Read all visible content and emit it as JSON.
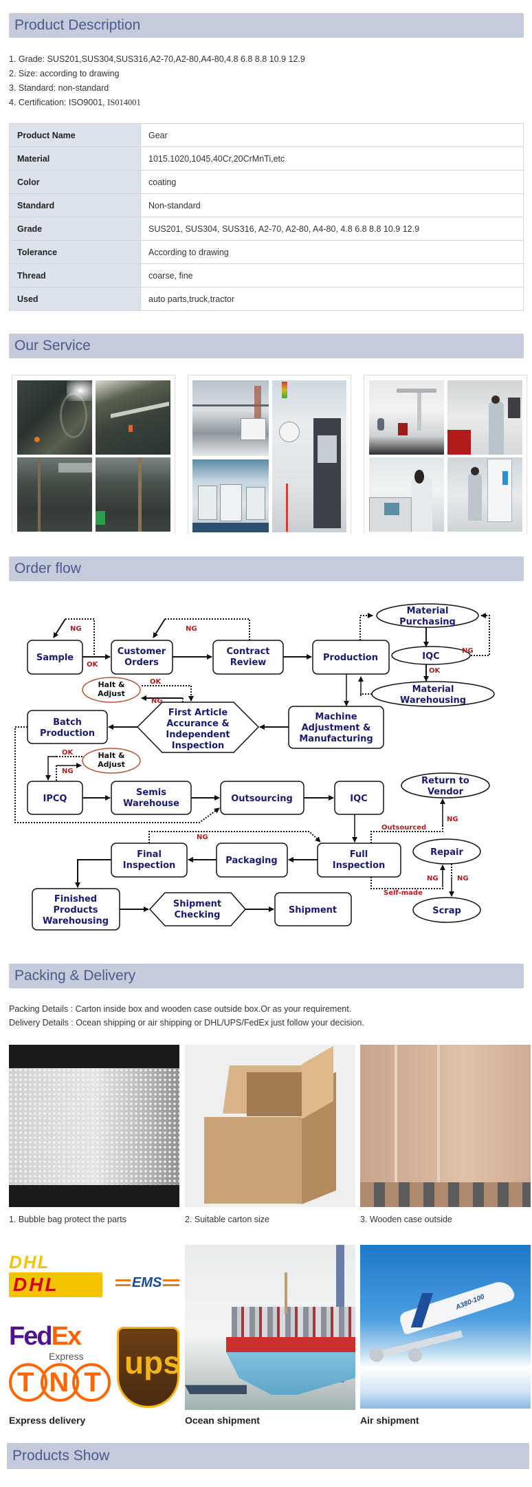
{
  "sections": {
    "product_description": "Product Description",
    "our_service": "Our Service",
    "order_flow": "Order flow",
    "packing_delivery": "Packing & Delivery",
    "products_show": "Products Show"
  },
  "description_list": [
    "1. Grade: SUS201,SUS304,SUS316,A2-70,A2-80,A4-80,4.8 6.8 8.8 10.9 12.9",
    "2. Size: according to drawing",
    "3. Standard: non-standard",
    "4. Certification: ISO9001, "
  ],
  "description_cert_extra": "IS014001",
  "spec_table": [
    {
      "key": "Product Name",
      "value": "Gear"
    },
    {
      "key": "Material",
      "value": "1015.1020,1045,40Cr,20CrMnTi,etc"
    },
    {
      "key": "Color",
      "value": "coating"
    },
    {
      "key": "Standard",
      "value": "Non-standard"
    },
    {
      "key": "Grade",
      "value": "SUS201, SUS304, SUS316, A2-70, A2-80, A4-80, 4.8 6.8 8.8 10.9 12.9"
    },
    {
      "key": "Tolerance",
      "value": "According to drawing"
    },
    {
      "key": "Thread",
      "value": "coarse, fine"
    },
    {
      "key": "Used",
      "value": "auto parts,truck,tractor"
    }
  ],
  "service_photos": [
    {
      "name": "forging-workshop",
      "tiles": [
        "press-machine",
        "press-line",
        "workshop-floor-1",
        "workshop-floor-2"
      ]
    },
    {
      "name": "cnc-workshop",
      "tiles": [
        "machining-hall",
        "cnc-machine-closeup",
        "cnc-lathes"
      ]
    },
    {
      "name": "inspection-lab",
      "tiles": [
        "cmm-measurement",
        "operator-at-machine",
        "microscope-inspection",
        "lab-equipment"
      ]
    }
  ],
  "order_flow": {
    "nodes": {
      "sample": "Sample",
      "customer_orders": [
        "Customer",
        "Orders"
      ],
      "contract_review": [
        "Contract",
        "Review"
      ],
      "production": "Production",
      "material_purchasing": [
        "Material",
        "Purchasing"
      ],
      "iqc_top": "IQC",
      "material_warehousing": [
        "Material",
        "Warehousing"
      ],
      "halt_adjust_1": [
        "Halt &",
        "Adjust"
      ],
      "first_article": [
        "First Article",
        "Accurance &",
        "Independent",
        "Inspection"
      ],
      "batch_production": [
        "Batch",
        "Production"
      ],
      "machine_adjustment": [
        "Machine",
        "Adjustment &",
        "Manufacturing"
      ],
      "halt_adjust_2": [
        "Halt &",
        "Adjust"
      ],
      "ipcq": "IPCQ",
      "semis_warehouse": [
        "Semis",
        "Warehouse"
      ],
      "outsourcing": "Outsourcing",
      "iqc_bottom": "IQC",
      "return_to_vendor": [
        "Return to",
        "Vendor"
      ],
      "final_inspection": [
        "Final",
        "Inspection"
      ],
      "packaging": "Packaging",
      "full_inspection": [
        "Full",
        "Inspection"
      ],
      "repair": "Repair",
      "scrap": "Scrap",
      "finished_products": [
        "Finished",
        "Products",
        "Warehousing"
      ],
      "shipment_checking": [
        "Shipment",
        "Checking"
      ],
      "shipment": "Shipment"
    },
    "labels": {
      "ng": "NG",
      "ok": "OK",
      "outsourced": "Outsourced",
      "self_made": "Self-made"
    },
    "colors": {
      "node_text": "#1a1a6e",
      "label_red": "#b01e1e",
      "halt_border": "#b5563a"
    }
  },
  "packing": {
    "packing_details": "Packing Details  : Carton inside box and wooden case outside box.Or as your requirement.",
    "delivery_details": "Delivery Details : Ocean shipping or air shipping or DHL/UPS/FedEx just follow your decision.",
    "photos": [
      {
        "caption": "1. Bubble bag protect the parts"
      },
      {
        "caption": "2. Suitable carton size"
      },
      {
        "caption": "3. Wooden case outside"
      }
    ]
  },
  "delivery": {
    "logos": {
      "dhl": "DHL",
      "ems": "EMS",
      "fedex_1": "Fed",
      "fedex_2": "Ex",
      "fedex_sub": "Express",
      "tnt": "TNT",
      "ups": "ups",
      "plane_livery": "A380-100"
    },
    "captions": [
      "Express delivery",
      "Ocean shipment",
      "Air shipment"
    ]
  },
  "colors": {
    "section_header_bg": "#c5cbdb",
    "section_header_text": "#4a5a8c",
    "table_key_bg": "#dde3ed"
  }
}
